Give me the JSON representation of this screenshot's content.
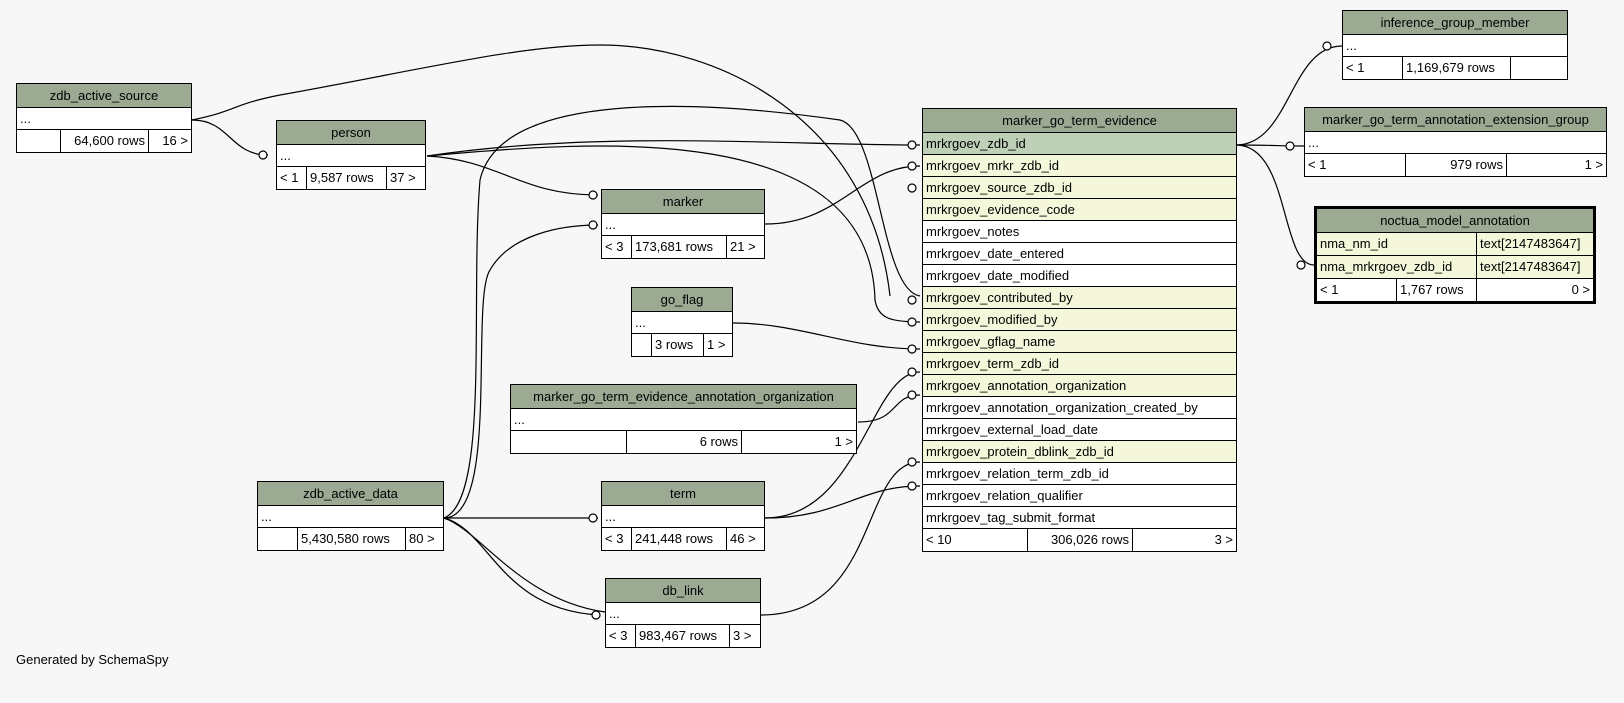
{
  "footer_text": "Generated by SchemaSpy",
  "tables": {
    "zdb_active_source": {
      "name": "zdb_active_source",
      "ellipsis": "...",
      "foot": [
        "",
        "64,600 rows",
        "16 >"
      ]
    },
    "person": {
      "name": "person",
      "ellipsis": "...",
      "foot": [
        "< 1",
        "9,587 rows",
        "37 >"
      ]
    },
    "marker": {
      "name": "marker",
      "ellipsis": "...",
      "foot": [
        "< 3",
        "173,681 rows",
        "21 >"
      ]
    },
    "go_flag": {
      "name": "go_flag",
      "ellipsis": "...",
      "foot": [
        "",
        "3 rows",
        "1 >"
      ]
    },
    "mgtea_org": {
      "name": "marker_go_term_evidence_annotation_organization",
      "ellipsis": "...",
      "foot": [
        "",
        "6 rows",
        "1 >"
      ]
    },
    "zdb_active_data": {
      "name": "zdb_active_data",
      "ellipsis": "...",
      "foot": [
        "",
        "5,430,580 rows",
        "80 >"
      ]
    },
    "term": {
      "name": "term",
      "ellipsis": "...",
      "foot": [
        "< 3",
        "241,448 rows",
        "46 >"
      ]
    },
    "db_link": {
      "name": "db_link",
      "ellipsis": "...",
      "foot": [
        "< 3",
        "983,467 rows",
        "3 >"
      ]
    },
    "inference_group_member": {
      "name": "inference_group_member",
      "ellipsis": "...",
      "foot": [
        "< 1",
        "1,169,679 rows",
        ""
      ]
    },
    "mgtaeg": {
      "name": "marker_go_term_annotation_extension_group",
      "ellipsis": "...",
      "foot": [
        "< 1",
        "979 rows",
        "1 >"
      ]
    },
    "noctua": {
      "name": "noctua_model_annotation",
      "rows": [
        {
          "col": "nma_nm_id",
          "type": "text[2147483647]"
        },
        {
          "col": "nma_mrkrgoev_zdb_id",
          "type": "text[2147483647]"
        }
      ],
      "foot": [
        "< 1",
        "1,767 rows",
        "0 >"
      ]
    },
    "mgte": {
      "name": "marker_go_term_evidence",
      "columns": [
        "mrkrgoev_zdb_id",
        "mrkrgoev_mrkr_zdb_id",
        "mrkrgoev_source_zdb_id",
        "mrkrgoev_evidence_code",
        "mrkrgoev_notes",
        "mrkrgoev_date_entered",
        "mrkrgoev_date_modified",
        "mrkrgoev_contributed_by",
        "mrkrgoev_modified_by",
        "mrkrgoev_gflag_name",
        "mrkrgoev_term_zdb_id",
        "mrkrgoev_annotation_organization",
        "mrkrgoev_annotation_organization_created_by",
        "mrkrgoev_external_load_date",
        "mrkrgoev_protein_dblink_zdb_id",
        "mrkrgoev_relation_term_zdb_id",
        "mrkrgoev_relation_qualifier",
        "mrkrgoev_tag_submit_format"
      ],
      "foot": [
        "< 10",
        "306,026 rows",
        "3 >"
      ]
    }
  },
  "colors": {
    "header": "#9caa94",
    "primary_key": "#bed1b8",
    "foreign_key": "#f4f7da",
    "background": "#f7f7f7"
  }
}
